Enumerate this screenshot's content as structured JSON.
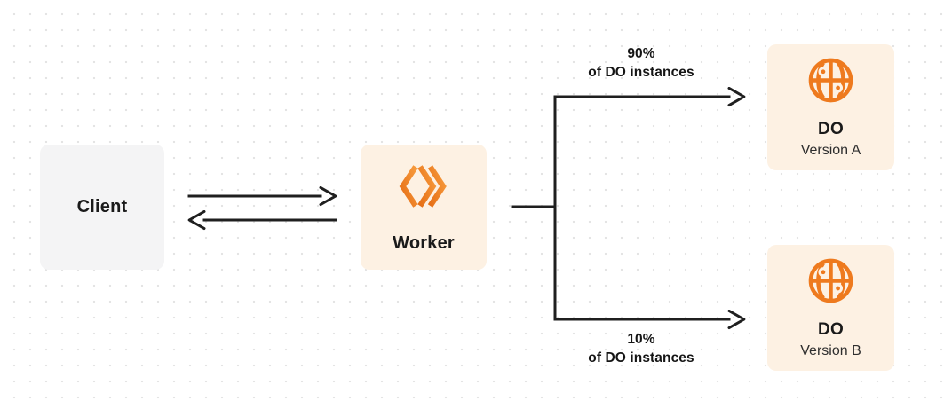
{
  "background": {
    "pattern": "dot-grid",
    "dot_color": "#e4e4e4",
    "base_color": "#ffffff"
  },
  "colors": {
    "accent_orange": "#ee7a1e",
    "accent_orange_light": "#f59c3c",
    "cream_box": "#fdf1e3",
    "gray_box": "#f4f4f5",
    "connector_dark": "#1f1f1f",
    "text_primary": "#1a1a1a",
    "text_secondary": "#2e2e2e"
  },
  "nodes": {
    "client": {
      "label": "Client"
    },
    "worker": {
      "label": "Worker",
      "icon": "cloudflare-workers-logo"
    },
    "do_version_a": {
      "title": "DO",
      "subtitle": "Version A",
      "icon": "durable-object-globe"
    },
    "do_version_b": {
      "title": "DO",
      "subtitle": "Version B",
      "icon": "durable-object-globe"
    }
  },
  "edges": {
    "client_worker": {
      "style": "two horizontal arrows, right and left"
    },
    "top_branch": {
      "percent": "90%",
      "caption": "of DO instances"
    },
    "bottom_branch": {
      "percent": "10%",
      "caption": "of DO instances"
    }
  }
}
